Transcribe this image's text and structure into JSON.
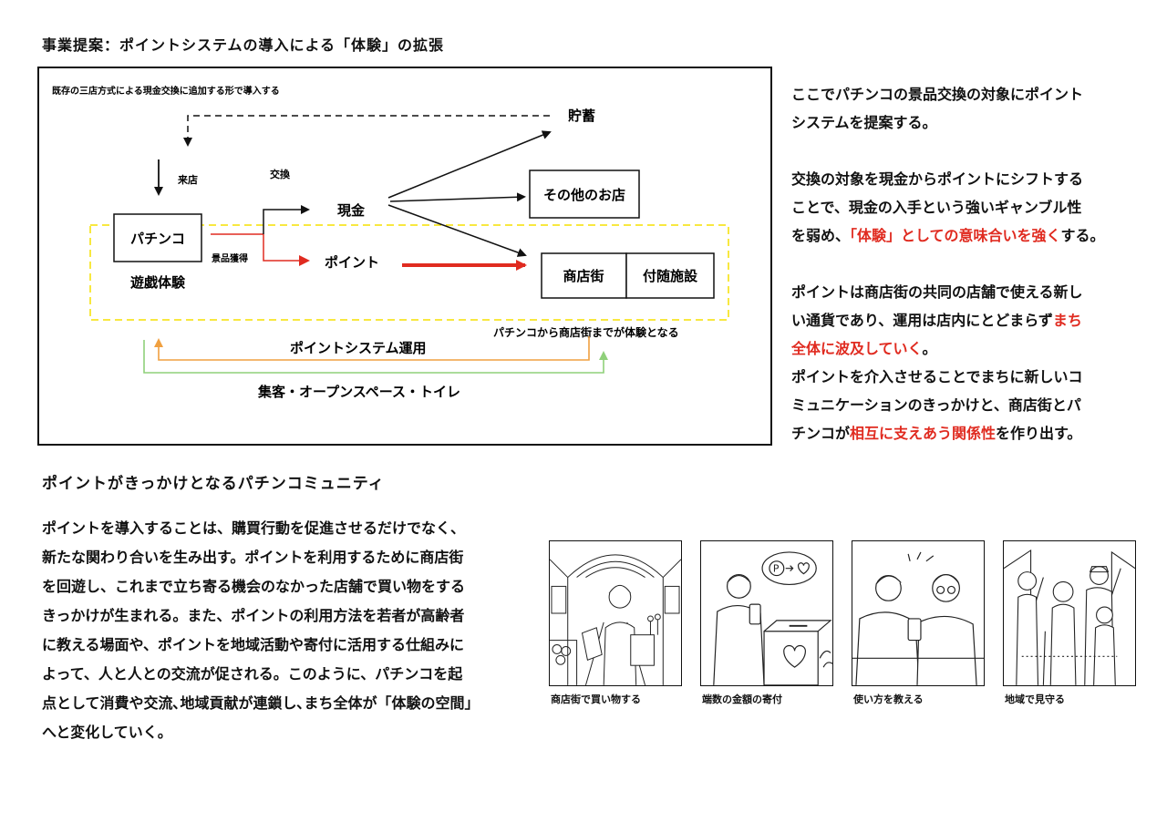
{
  "page": {
    "title_top": "事業提案：ポイントシステムの導入による「体験」の拡張",
    "title_bottom": "ポイントがきっかけとなるパチンコミュニティ"
  },
  "diagram": {
    "note": "既存の三店方式による現金交換に追加する形で導入する",
    "label_savings": "貯蓄",
    "label_visit": "来店",
    "label_exchange": "交換",
    "label_pachinko": "パチンコ",
    "label_play": "遊戯体験",
    "label_prize": "景品獲得",
    "label_cash": "現金",
    "label_point": "ポイント",
    "label_other_shops": "その他のお店",
    "label_shopping_street": "商店街",
    "label_facilities": "付随施設",
    "label_experience_zone": "パチンコから商店街までが体験となる",
    "label_operation": "ポイントシステム運用",
    "label_attract": "集客・オープンスペース・トイレ"
  },
  "right_text": {
    "l1": "ここでパチンコの景品交換の対象にポイント",
    "l2": "システムを提案する。",
    "l3": "交換の対象を現金からポイントにシフトする",
    "l4": "ことで、現金の入手という強いギャンブル性",
    "l5a": "を弱め、",
    "l5b": "「体験」としての意味合いを強く",
    "l5c": "する。",
    "l6": "ポイントは商店街の共同の店舗で使える新し",
    "l7a": "い通貨であり、運用は店内にとどまらず",
    "l7b": "まち",
    "l8a": "全体に波及していく",
    "l8b": "。",
    "l9": "ポイントを介入させることでまちに新しいコ",
    "l10": "ミュニケーションのきっかけと、商店街とパ",
    "l11a": "チンコが",
    "l11b": "相互に支えあう関係性",
    "l11c": "を作り出す。"
  },
  "bottom_text": [
    "ポイントを導入することは、購買行動を促進させるだけでなく、",
    "新たな関わり合いを生み出す。ポイントを利用するために商店街",
    "を回遊し、これまで立ち寄る機会のなかった店舗で買い物をする",
    "きっかけが生まれる。また、ポイントの利用方法を若者が高齢者",
    "に教える場面や、ポイントを地域活動や寄付に活用する仕組みに",
    "よって、人と人との交流が促される。このように、パチンコを起",
    "点として消費や交流､地域貢献が連鎖し､まち全体が「体験の空間」",
    "へと変化していく。"
  ],
  "panels": [
    {
      "caption": "商店街で買い物する",
      "icon": "shopping-street-illustration"
    },
    {
      "caption": "端数の金額の寄付",
      "icon": "donation-box-illustration"
    },
    {
      "caption": "使い方を教える",
      "icon": "teaching-elderly-illustration"
    },
    {
      "caption": "地域で見守る",
      "icon": "community-watch-illustration"
    }
  ],
  "colors": {
    "highlight_red": "#e02b20",
    "dashed_zone_yellow": "#f5e000",
    "operation_orange": "#f0a040",
    "attract_green": "#8fd07a"
  }
}
